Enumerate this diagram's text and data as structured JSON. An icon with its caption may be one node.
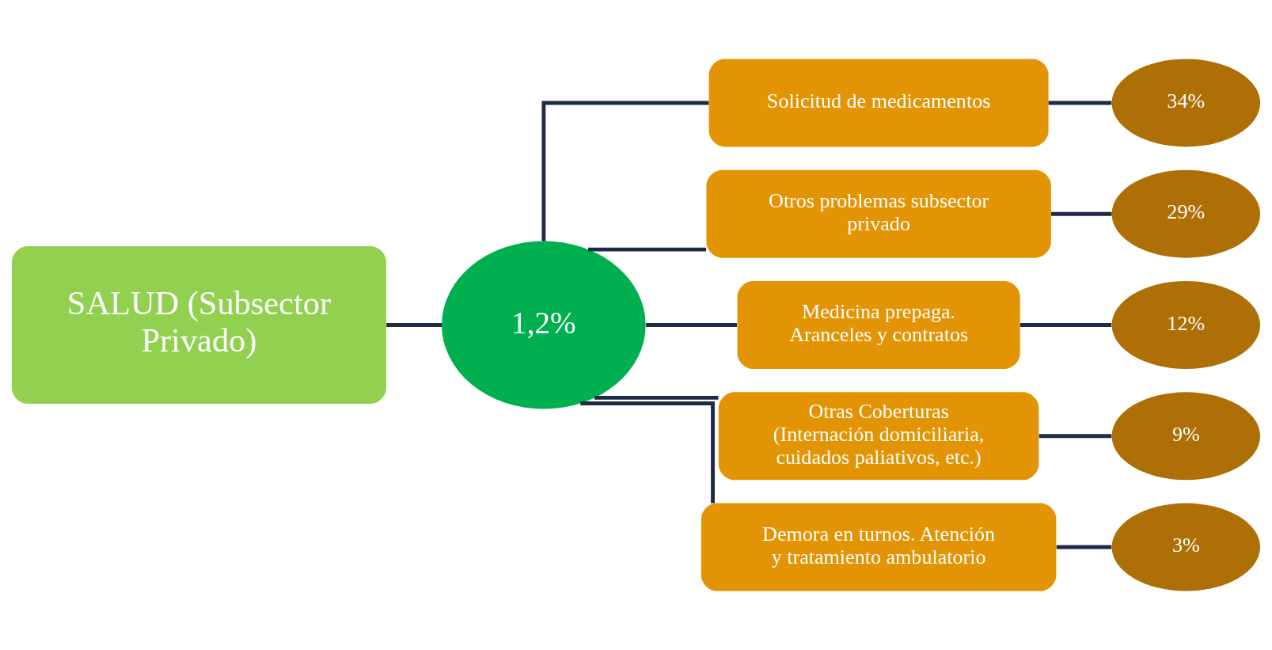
{
  "diagram": {
    "nodes": [
      {
        "text": [
          "SALUD (Subsector Privado)"
        ]
      },
      {
        "text": [
          "1,2%"
        ]
      },
      {
        "text": [
          "Solicitud de medicamentos"
        ]
      },
      {
        "text": [
          "Otros problemas subsector privado"
        ]
      },
      {
        "text": [
          "Medicina prepaga. Aranceles y contratos"
        ]
      },
      {
        "text": [
          "Otras Coberturas (Internación domiciliaria, cuidados paliativos, etc.)"
        ]
      },
      {
        "text": [
          "Demora en turnos. Atención y tratamiento ambulatorio"
        ]
      },
      {
        "text": [
          "34%"
        ]
      },
      {
        "text": [
          "29%"
        ]
      },
      {
        "text": [
          "12%"
        ]
      },
      {
        "text": [
          "9%"
        ]
      },
      {
        "text": [
          "3%"
        ]
      }
    ],
    "edges": [
      {
        "from": 0,
        "to": 1,
        "arrow": "none"
      },
      {
        "from": 1,
        "to": 2,
        "arrow": "none"
      },
      {
        "from": 1,
        "to": 3,
        "arrow": "none"
      },
      {
        "from": 1,
        "to": 4,
        "arrow": "none"
      },
      {
        "from": 1,
        "to": 5,
        "arrow": "none"
      },
      {
        "from": 1,
        "to": 6,
        "arrow": "none"
      },
      {
        "from": 2,
        "to": 7,
        "arrow": "none"
      },
      {
        "from": 3,
        "to": 8,
        "arrow": "none"
      },
      {
        "from": 4,
        "to": 9,
        "arrow": "none"
      },
      {
        "from": 5,
        "to": 10,
        "arrow": "none"
      },
      {
        "from": 6,
        "to": 11,
        "arrow": "none"
      }
    ]
  }
}
